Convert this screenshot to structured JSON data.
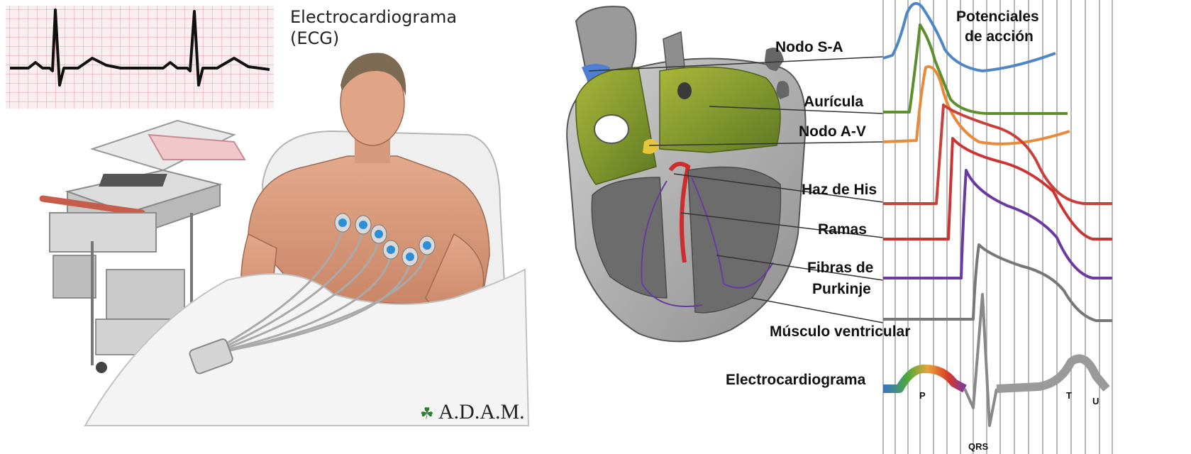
{
  "left_panel": {
    "title_line1": "Electrocardiograma",
    "title_line2": "(ECG)",
    "logo_text": "A.D.A.M.",
    "electrode_count": 6
  },
  "right_panel": {
    "header_line1": "Potenciales",
    "header_line2": "de acción",
    "labels": [
      "Nodo S-A",
      "Aurícula",
      "Nodo A-V",
      "Haz de His",
      "Ramas",
      "Fibras de",
      "Purkinje",
      "Músculo ventricular"
    ],
    "ecg_label": "Electrocardiograma",
    "wave_labels": [
      "P",
      "QRS",
      "T",
      "U"
    ],
    "trace_colors": {
      "nodo_sa": "#4f86c6",
      "auricula": "#5e8f2e",
      "nodo_av": "#e88a3a",
      "haz_his": "#c8403a",
      "ramas": "#cc3333",
      "purkinje": "#6a3aa0",
      "musculo": "#777777"
    }
  }
}
